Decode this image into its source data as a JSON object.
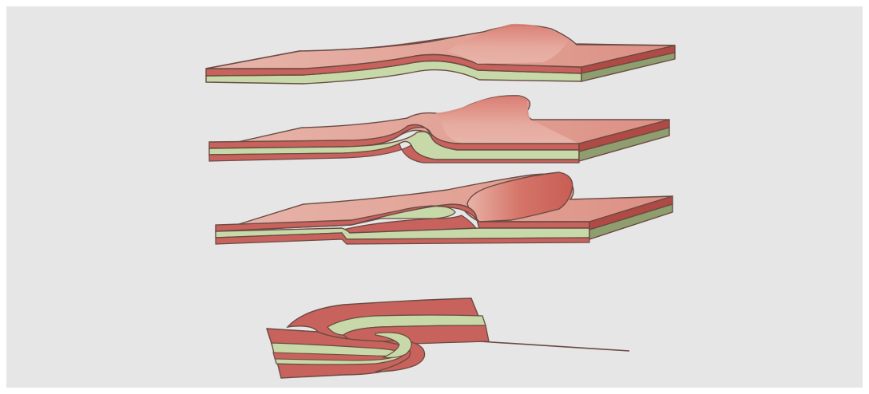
{
  "figure": {
    "colors": {
      "background": "#e6e6e6",
      "border": "#ffffff",
      "red_layer": "#c8625c",
      "red_layer_light": "#e4a89e",
      "red_layer_dark": "#b04a45",
      "green_layer": "#c7d9a8",
      "green_layer_dark": "#8f9e6e",
      "outline": "#6a4a44"
    },
    "stages": [
      {
        "id": "gentle-flexure",
        "shape": "monocline-bulge"
      },
      {
        "id": "asymmetric-fold",
        "shape": "overturned-kink"
      },
      {
        "id": "recumbent-fold",
        "shape": "recumbent-roll"
      },
      {
        "id": "overthrust-nappe",
        "shape": "thrust-nappe-cross-section"
      }
    ]
  }
}
